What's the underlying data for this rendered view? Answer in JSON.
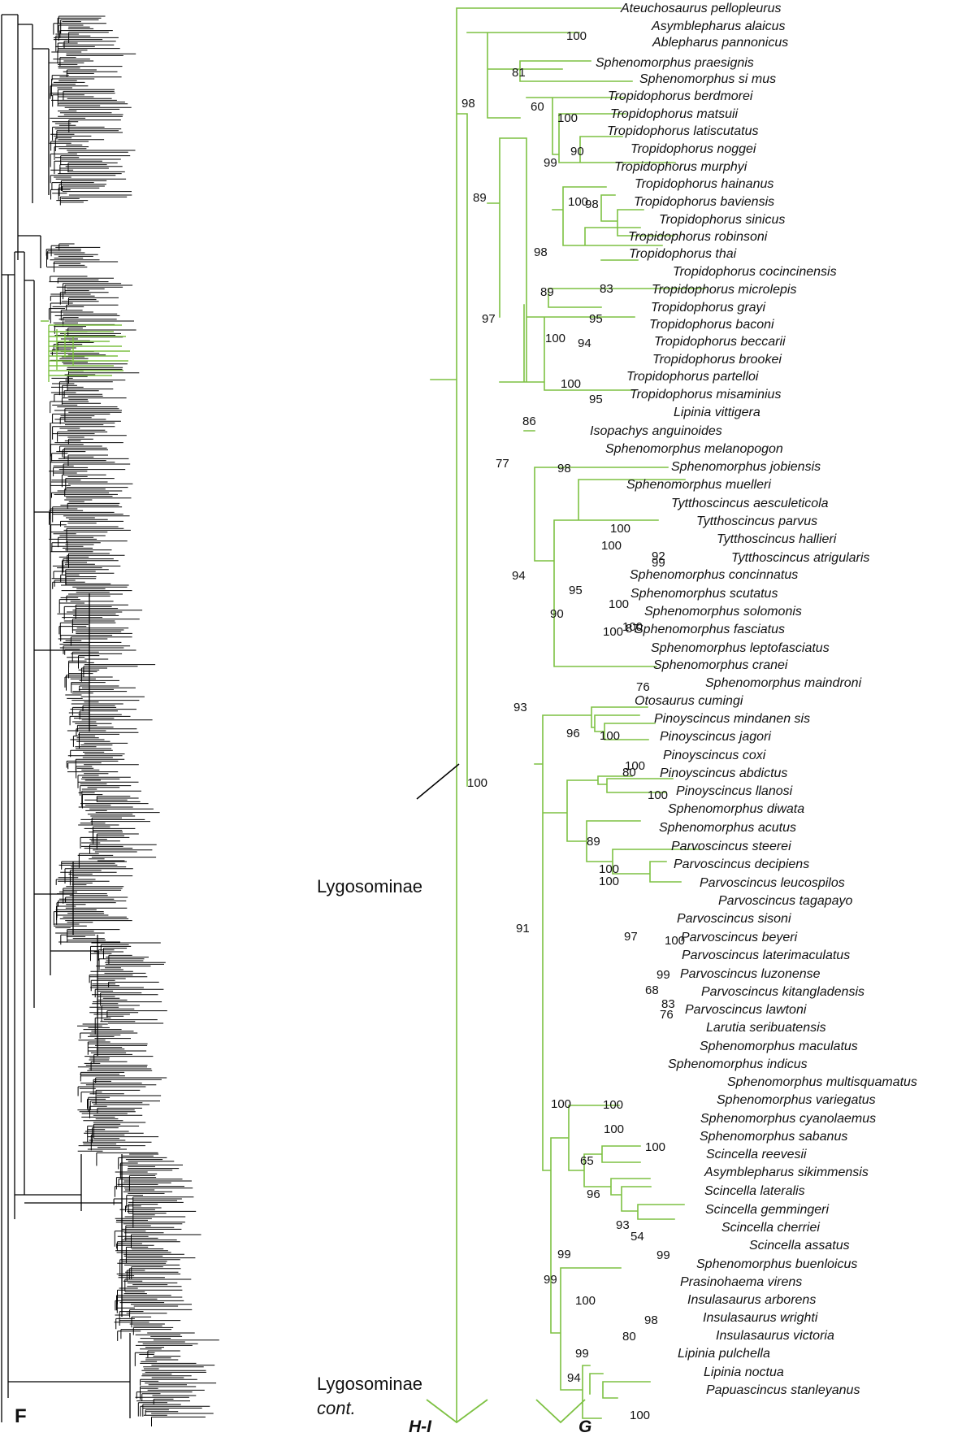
{
  "panel_letter": "F",
  "clade": {
    "label": "Lygosominae",
    "cont_label_1": "Lygosominae",
    "cont_label_2": "cont."
  },
  "continuations": [
    "H-I",
    "G"
  ],
  "colors": {
    "branch": "#7dc142",
    "overview_tree": "#000000",
    "overview_highlight": "#7dc142",
    "text": "#111111"
  },
  "taxa": [
    "Ateuchosaurus pellopleurus",
    "Asymblepharus alaicus",
    "Ablepharus pannonicus",
    "Sphenomorphus praesignis",
    "Sphenomorphus si mus",
    "Tropidophorus berdmorei",
    "Tropidophorus matsuii",
    "Tropidophorus latiscutatus",
    "Tropidophorus noggei",
    "Tropidophorus murphyi",
    "Tropidophorus hainanus",
    "Tropidophorus baviensis",
    "Tropidophorus sinicus",
    "Tropidophorus robinsoni",
    "Tropidophorus thai",
    "Tropidophorus cocincinensis",
    "Tropidophorus microlepis",
    "Tropidophorus grayi",
    "Tropidophorus baconi",
    "Tropidophorus beccarii",
    "Tropidophorus brookei",
    "Tropidophorus partelloi",
    "Tropidophorus misaminius",
    "Lipinia vittigera",
    "Isopachys anguinoides",
    "Sphenomorphus melanopogon",
    "Sphenomorphus jobiensis",
    "Sphenomorphus muelleri",
    "Tytthoscincus aesculeticola",
    "Tytthoscincus parvus",
    "Tytthoscincus hallieri",
    "Tytthoscincus atrigularis",
    "Sphenomorphus concinnatus",
    "Sphenomorphus scutatus",
    "Sphenomorphus solomonis",
    "Sphenomorphus fasciatus",
    "Sphenomorphus leptofasciatus",
    "Sphenomorphus cranei",
    "Sphenomorphus maindroni",
    "Otosaurus cumingi",
    "Pinoyscincus mindanen sis",
    "Pinoyscincus jagori",
    "Pinoyscincus coxi",
    "Pinoyscincus abdictus",
    "Pinoyscincus llanosi",
    "Sphenomorphus diwata",
    "Sphenomorphus acutus",
    "Parvoscincus steerei",
    "Parvoscincus decipiens",
    "Parvoscincus leucospilos",
    "Parvoscincus tagapayo",
    "Parvoscincus sisoni",
    "Parvoscincus beyeri",
    "Parvoscincus laterimaculatus",
    "Parvoscincus luzonense",
    "Parvoscincus kitangladensis",
    "Parvoscincus lawtoni",
    "Larutia seribuatensis",
    "Sphenomorphus maculatus",
    "Sphenomorphus indicus",
    "Sphenomorphus multisquamatus",
    "Sphenomorphus variegatus",
    "Sphenomorphus cyanolaemus",
    "Sphenomorphus sabanus",
    "Scincella reevesii",
    "Asymblepharus sikimmensis",
    "Scincella lateralis",
    "Scincella gemmingeri",
    "Scincella cherriei",
    "Scincella assatus",
    "Sphenomorphus buenloicus",
    "Prasinohaema virens",
    "Insulasaurus arborens",
    "Insulasaurus wrighti",
    "Insulasaurus victoria",
    "Lipinia pulchella",
    "Lipinia noctua",
    "Papuascincus stanleyanus"
  ],
  "bootstraps": [
    "100",
    "81",
    "98",
    "60",
    "100",
    "90",
    "99",
    "100",
    "98",
    "89",
    "98",
    "97",
    "89",
    "83",
    "95",
    "100",
    "94",
    "100",
    "95",
    "77",
    "86",
    "98",
    "94",
    "100",
    "100",
    "92",
    "99",
    "95",
    "100",
    "100",
    "100",
    "87",
    "76",
    "90",
    "93",
    "96",
    "100",
    "80",
    "100",
    "100",
    "89",
    "100",
    "100",
    "97",
    "100",
    "99",
    "68",
    "83",
    "76",
    "91",
    "100",
    "100",
    "100",
    "100",
    "65",
    "96",
    "93",
    "54",
    "99",
    "99",
    "99",
    "100",
    "80",
    "98",
    "99",
    "94",
    "100"
  ]
}
